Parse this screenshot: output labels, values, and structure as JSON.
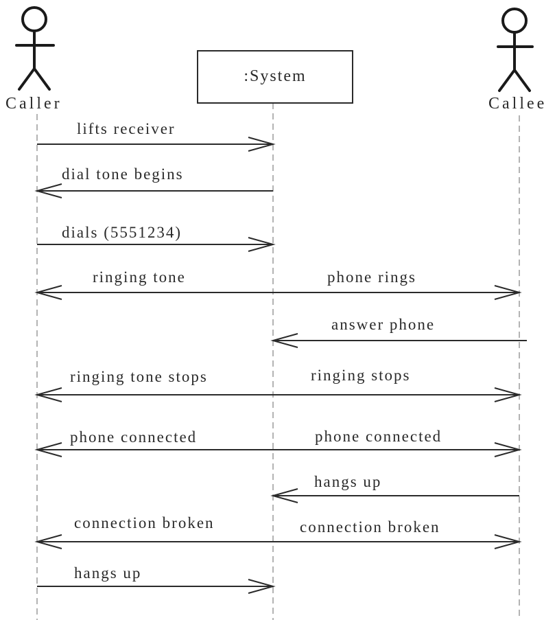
{
  "participants": {
    "caller": "Caller",
    "system": ":System",
    "callee": "Callee"
  },
  "messages": [
    {
      "label": "lifts receiver"
    },
    {
      "label": "dial tone begins"
    },
    {
      "label": "dials (5551234)"
    },
    {
      "label": "ringing tone"
    },
    {
      "label": "phone rings"
    },
    {
      "label": "answer phone"
    },
    {
      "label": "ringing tone stops"
    },
    {
      "label": "ringing stops"
    },
    {
      "label": "phone connected"
    },
    {
      "label": "phone connected"
    },
    {
      "label": "hangs up"
    },
    {
      "label": "connection broken"
    },
    {
      "label": "connection broken"
    },
    {
      "label": "hangs up"
    }
  ]
}
